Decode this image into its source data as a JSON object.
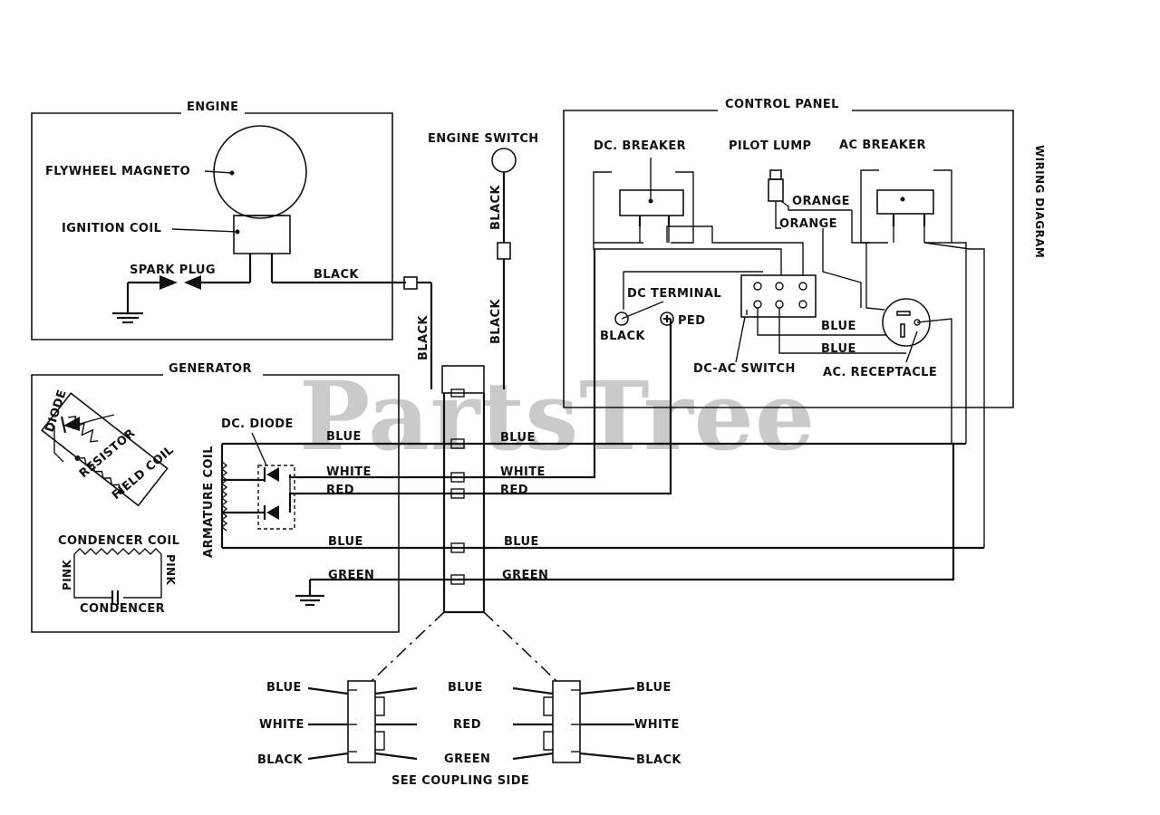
{
  "watermark": "PartsTree",
  "sections": {
    "engine": "ENGINE",
    "generator": "GENERATOR",
    "control_panel": "CONTROL PANEL",
    "wiring_diagram": "WIRING DIAGRAM"
  },
  "engine": {
    "flywheel_magneto": "FLYWHEEL MAGNETO",
    "ignition_coil": "IGNITION COIL",
    "spark_plug": "SPARK PLUG",
    "wire_black": "BLACK"
  },
  "engine_switch": {
    "label": "ENGINE SWITCH",
    "wire_upper": "BLACK",
    "wire_lower": "BLACK",
    "wire_left": "BLACK"
  },
  "control_panel": {
    "dc_breaker": "DC. BREAKER",
    "pilot_lump": "PILOT LUMP",
    "ac_breaker": "AC BREAKER",
    "orange_1": "ORANGE",
    "orange_2": "ORANGE",
    "dc_terminal": "DC TERMINAL",
    "black": "BLACK",
    "red": "PED",
    "blue_1": "BLUE",
    "blue_2": "BLUE",
    "dc_ac_switch": "DC-AC SWITCH",
    "ac_receptacle": "AC. RECEPTACLE"
  },
  "generator": {
    "diode": "DIODE",
    "resistor": "RESISTOR",
    "field_coil": "FIELD COIL",
    "dc_diode": "DC. DIODE",
    "armature_coil": "ARMATURE COIL",
    "condencer_coil": "CONDENCER COIL",
    "pink_left": "PINK",
    "pink_right": "PINK",
    "condencer": "CONDENCER"
  },
  "harness": {
    "left": [
      "BLUE",
      "WHITE",
      "RED",
      "BLUE",
      "GREEN"
    ],
    "right": [
      "BLUE",
      "WHITE",
      "RED",
      "BLUE",
      "GREEN"
    ]
  },
  "coupling": {
    "left": [
      "BLUE",
      "WHITE",
      "BLACK"
    ],
    "middle": [
      "BLUE",
      "RED",
      "GREEN"
    ],
    "right": [
      "BLUE",
      "WHITE",
      "BLACK"
    ],
    "caption": "SEE COUPLING SIDE"
  }
}
